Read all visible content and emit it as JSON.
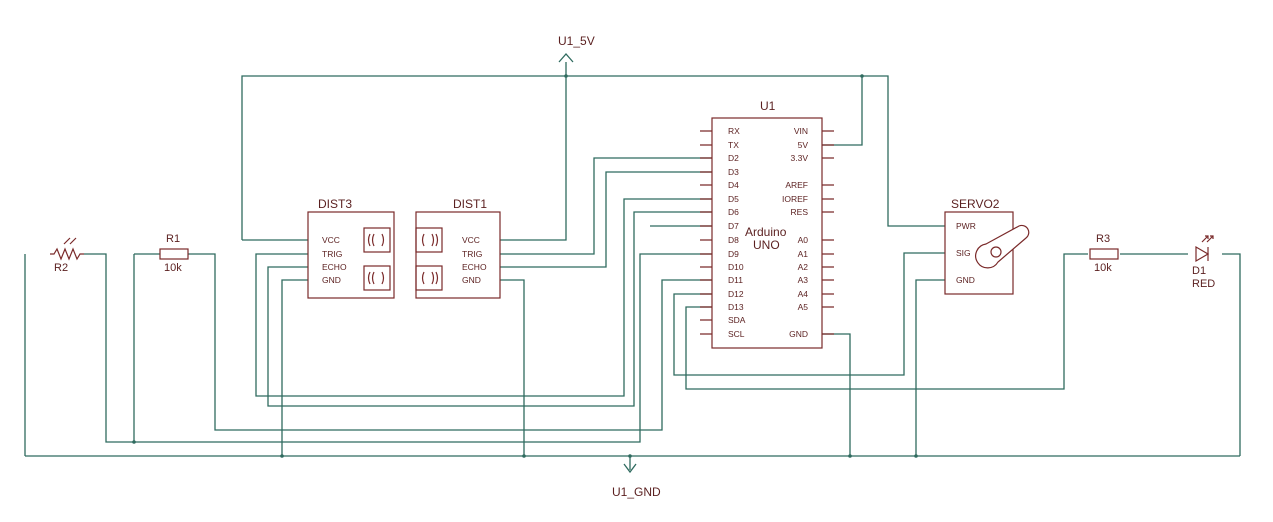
{
  "power": {
    "supply_label": "U1_5V",
    "ground_label": "U1_GND"
  },
  "arduino": {
    "ref": "U1",
    "title_line1": "Arduino",
    "title_line2": "UNO",
    "left_pins": [
      "RX",
      "TX",
      "D2",
      "D3",
      "D4",
      "D5",
      "D6",
      "D7",
      "D8",
      "D9",
      "D10",
      "D11",
      "D12",
      "D13",
      "SDA",
      "SCL"
    ],
    "right_pins_top": [
      "VIN",
      "5V",
      "3.3V"
    ],
    "right_pins_mid": [
      "AREF",
      "IOREF",
      "RES"
    ],
    "right_pins_analog": [
      "A0",
      "A1",
      "A2",
      "A3",
      "A4",
      "A5"
    ],
    "right_gnd": "GND"
  },
  "dist3": {
    "ref": "DIST3",
    "pins": [
      "VCC",
      "TRIG",
      "ECHO",
      "GND"
    ]
  },
  "dist1": {
    "ref": "DIST1",
    "pins": [
      "VCC",
      "TRIG",
      "ECHO",
      "GND"
    ]
  },
  "servo": {
    "ref": "SERVO2",
    "pins": [
      "PWR",
      "SIG",
      "GND"
    ]
  },
  "r1": {
    "ref": "R1",
    "value": "10k"
  },
  "r2": {
    "ref": "R2"
  },
  "r3": {
    "ref": "R3",
    "value": "10k"
  },
  "d1": {
    "ref": "D1",
    "value": "RED"
  },
  "colors": {
    "wire": "#2f6b5f",
    "part": "#7a2a2a",
    "text": "#5a1f1f"
  }
}
